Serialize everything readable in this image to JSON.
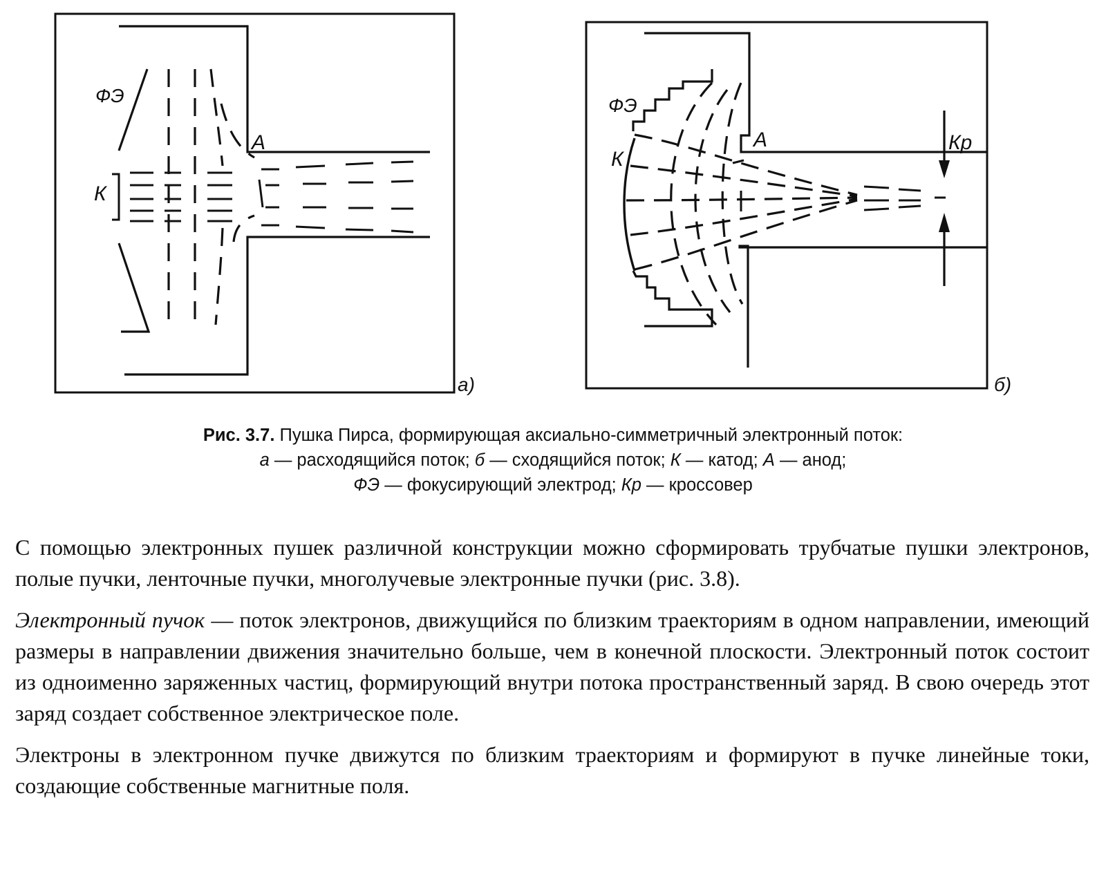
{
  "figure": {
    "panel_a": {
      "label": "а)",
      "focusing_electrode": "ФЭ",
      "cathode": "К",
      "anode": "А"
    },
    "panel_b": {
      "label": "б)",
      "focusing_electrode": "ФЭ",
      "cathode": "К",
      "anode": "А",
      "crossover": "Кр"
    }
  },
  "caption": {
    "number": "Рис. 3.7.",
    "title": "Пушка Пирса, формирующая аксиально-симметричный электронный поток:",
    "line2_a": "а",
    "line2_a_text": " — расходящийся поток; ",
    "line2_b": "б",
    "line2_b_text": " — сходящийся поток; ",
    "line2_k": "К",
    "line2_k_text": " — катод; ",
    "line2_anode": "А",
    "line2_anode_text": " — анод;",
    "line3_fe": "ФЭ",
    "line3_fe_text": " — фокусирующий электрод; ",
    "line3_kr": "Кр",
    "line3_kr_text": " — кроссовер"
  },
  "paragraphs": {
    "p1": "С помощью электронных пушек различной конструкции можно сформировать трубчатые пушки электронов, полые пучки, ленточные пучки, многолучевые электронные пучки (рис. 3.8).",
    "p2_term": "Электронный пучок",
    "p2_text": " — поток электронов, движущийся по близким траекториям в одном направлении, имеющий размеры в направлении движения значительно больше, чем в конечной плоскости. Электронный поток состоит из одноименно заряженных частиц, формирующий внутри потока пространственный заряд. В свою очередь этот заряд создает собственное электрическое поле.",
    "p3": "Электроны в электронном пучке движутся по близким траекториям и формируют в пучке линейные токи, создающие собственные магнитные поля."
  }
}
